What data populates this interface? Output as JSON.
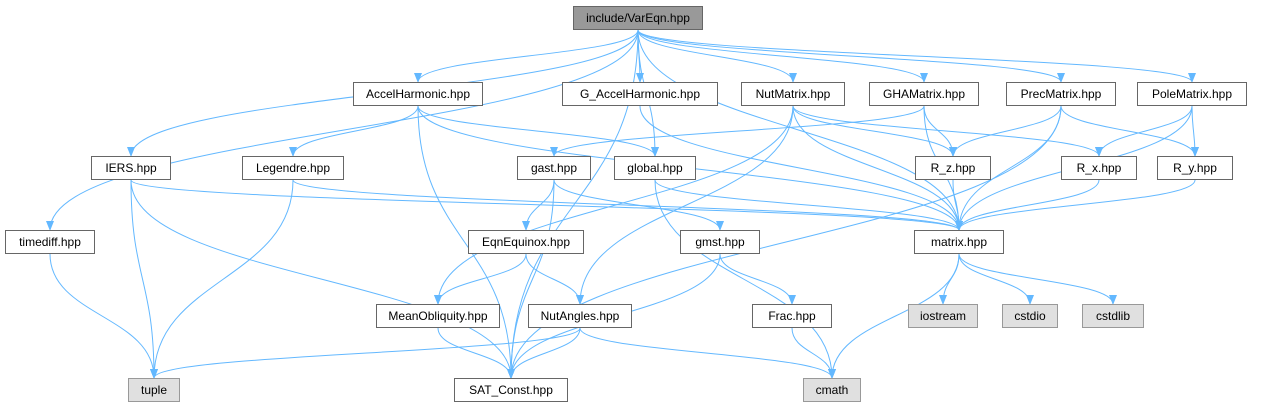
{
  "colors": {
    "edge": "#63b8ff",
    "node_border": "#666666",
    "root_fill": "#999999",
    "system_fill": "#e0e0e0",
    "local_fill": "#ffffff"
  },
  "nodes": [
    {
      "id": "varEqn",
      "label": "include/VarEqn.hpp",
      "kind": "root"
    },
    {
      "id": "accelHarmonic",
      "label": "AccelHarmonic.hpp",
      "kind": "local"
    },
    {
      "id": "gAccelHarmonic",
      "label": "G_AccelHarmonic.hpp",
      "kind": "local"
    },
    {
      "id": "nutMatrix",
      "label": "NutMatrix.hpp",
      "kind": "local"
    },
    {
      "id": "ghaMatrix",
      "label": "GHAMatrix.hpp",
      "kind": "local"
    },
    {
      "id": "precMatrix",
      "label": "PrecMatrix.hpp",
      "kind": "local"
    },
    {
      "id": "poleMatrix",
      "label": "PoleMatrix.hpp",
      "kind": "local"
    },
    {
      "id": "iers",
      "label": "IERS.hpp",
      "kind": "local"
    },
    {
      "id": "legendre",
      "label": "Legendre.hpp",
      "kind": "local"
    },
    {
      "id": "gast",
      "label": "gast.hpp",
      "kind": "local"
    },
    {
      "id": "global",
      "label": "global.hpp",
      "kind": "local"
    },
    {
      "id": "rz",
      "label": "R_z.hpp",
      "kind": "local"
    },
    {
      "id": "rx",
      "label": "R_x.hpp",
      "kind": "local"
    },
    {
      "id": "ry",
      "label": "R_y.hpp",
      "kind": "local"
    },
    {
      "id": "timediff",
      "label": "timediff.hpp",
      "kind": "local"
    },
    {
      "id": "eqnEquinox",
      "label": "EqnEquinox.hpp",
      "kind": "local"
    },
    {
      "id": "gmst",
      "label": "gmst.hpp",
      "kind": "local"
    },
    {
      "id": "matrix",
      "label": "matrix.hpp",
      "kind": "local"
    },
    {
      "id": "meanObliquity",
      "label": "MeanObliquity.hpp",
      "kind": "local"
    },
    {
      "id": "nutAngles",
      "label": "NutAngles.hpp",
      "kind": "local"
    },
    {
      "id": "frac",
      "label": "Frac.hpp",
      "kind": "local"
    },
    {
      "id": "iostream",
      "label": "iostream",
      "kind": "system"
    },
    {
      "id": "cstdio",
      "label": "cstdio",
      "kind": "system"
    },
    {
      "id": "cstdlib",
      "label": "cstdlib",
      "kind": "system"
    },
    {
      "id": "tuple",
      "label": "tuple",
      "kind": "system"
    },
    {
      "id": "satConst",
      "label": "SAT_Const.hpp",
      "kind": "local"
    },
    {
      "id": "cmath",
      "label": "cmath",
      "kind": "system"
    }
  ],
  "edges": [
    [
      "varEqn",
      "accelHarmonic"
    ],
    [
      "varEqn",
      "gAccelHarmonic"
    ],
    [
      "varEqn",
      "nutMatrix"
    ],
    [
      "varEqn",
      "ghaMatrix"
    ],
    [
      "varEqn",
      "precMatrix"
    ],
    [
      "varEqn",
      "poleMatrix"
    ],
    [
      "varEqn",
      "iers"
    ],
    [
      "varEqn",
      "timediff"
    ],
    [
      "varEqn",
      "satConst"
    ],
    [
      "varEqn",
      "global"
    ],
    [
      "varEqn",
      "matrix"
    ],
    [
      "accelHarmonic",
      "legendre"
    ],
    [
      "accelHarmonic",
      "global"
    ],
    [
      "accelHarmonic",
      "matrix"
    ],
    [
      "accelHarmonic",
      "satConst"
    ],
    [
      "gAccelHarmonic",
      "matrix"
    ],
    [
      "nutMatrix",
      "rz"
    ],
    [
      "nutMatrix",
      "rx"
    ],
    [
      "nutMatrix",
      "matrix"
    ],
    [
      "nutMatrix",
      "meanObliquity"
    ],
    [
      "nutMatrix",
      "nutAngles"
    ],
    [
      "ghaMatrix",
      "rz"
    ],
    [
      "ghaMatrix",
      "matrix"
    ],
    [
      "ghaMatrix",
      "gast"
    ],
    [
      "precMatrix",
      "rz"
    ],
    [
      "precMatrix",
      "ry"
    ],
    [
      "precMatrix",
      "matrix"
    ],
    [
      "precMatrix",
      "satConst"
    ],
    [
      "poleMatrix",
      "rx"
    ],
    [
      "poleMatrix",
      "ry"
    ],
    [
      "poleMatrix",
      "matrix"
    ],
    [
      "iers",
      "matrix"
    ],
    [
      "iers",
      "tuple"
    ],
    [
      "iers",
      "satConst"
    ],
    [
      "legendre",
      "matrix"
    ],
    [
      "legendre",
      "tuple"
    ],
    [
      "gast",
      "eqnEquinox"
    ],
    [
      "gast",
      "gmst"
    ],
    [
      "gast",
      "satConst"
    ],
    [
      "global",
      "matrix"
    ],
    [
      "global",
      "cmath"
    ],
    [
      "rz",
      "matrix"
    ],
    [
      "rx",
      "matrix"
    ],
    [
      "ry",
      "matrix"
    ],
    [
      "timediff",
      "tuple"
    ],
    [
      "eqnEquinox",
      "meanObliquity"
    ],
    [
      "eqnEquinox",
      "nutAngles"
    ],
    [
      "gmst",
      "frac"
    ],
    [
      "gmst",
      "satConst"
    ],
    [
      "matrix",
      "iostream"
    ],
    [
      "matrix",
      "cstdio"
    ],
    [
      "matrix",
      "cstdlib"
    ],
    [
      "matrix",
      "cmath"
    ],
    [
      "meanObliquity",
      "satConst"
    ],
    [
      "nutAngles",
      "tuple"
    ],
    [
      "nutAngles",
      "satConst"
    ],
    [
      "nutAngles",
      "cmath"
    ],
    [
      "frac",
      "cmath"
    ]
  ]
}
